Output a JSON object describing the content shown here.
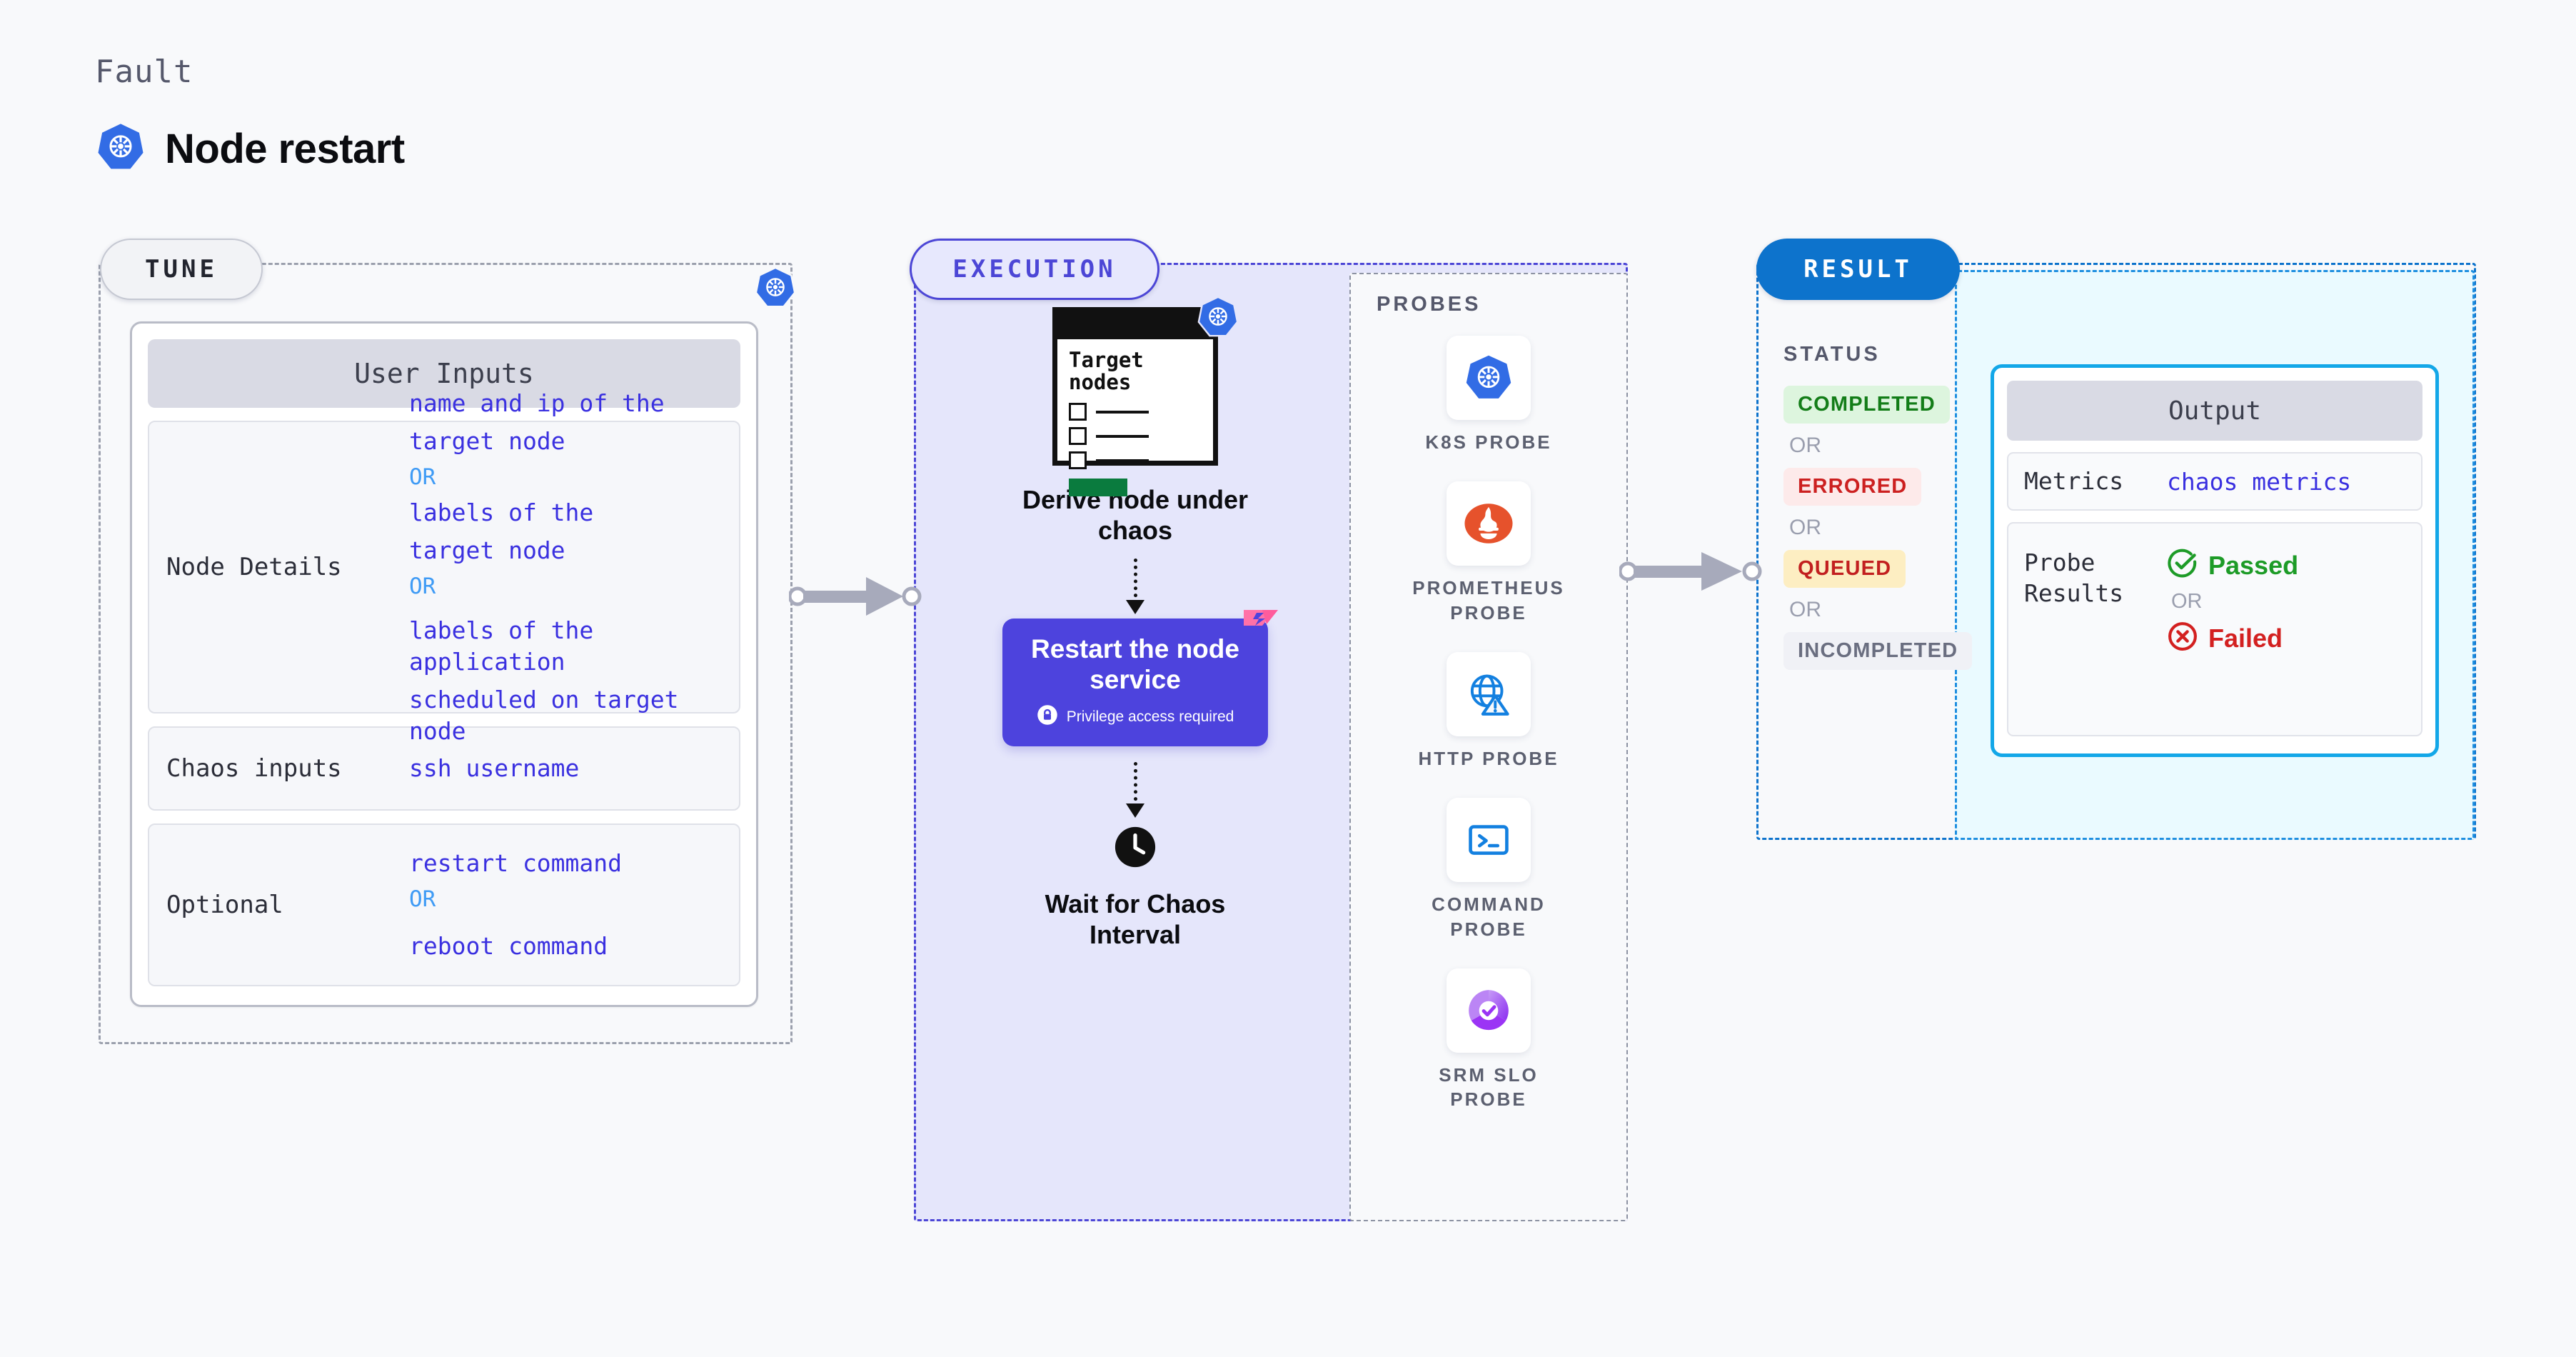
{
  "header": {
    "eyebrow": "Fault",
    "title": "Node restart",
    "icon": "kubernetes-icon"
  },
  "stages": {
    "tune": {
      "pill_label": "TUNE"
    },
    "execution": {
      "pill_label": "EXECUTION"
    },
    "result": {
      "pill_label": "RESULT"
    }
  },
  "tune": {
    "card_title": "User Inputs",
    "rows": [
      {
        "label": "Node Details",
        "values": [
          "name and ip of the",
          "target node"
        ],
        "or1": "OR",
        "values2": [
          "labels of the",
          "target node"
        ],
        "or2": "OR",
        "values3": [
          "labels of the application",
          " scheduled on target node"
        ]
      },
      {
        "label": "Chaos inputs",
        "value": "ssh username"
      },
      {
        "label": "Optional",
        "value1": "restart command",
        "or": "OR",
        "value2": "reboot command"
      }
    ]
  },
  "execution": {
    "target_card": {
      "heading_line1": "Target",
      "heading_line2": "nodes",
      "icon": "kubernetes-icon"
    },
    "derive_caption_line1": "Derive node under",
    "derive_caption_line2": "chaos",
    "restart_box": {
      "title_line1": "Restart the node",
      "title_line2": "service",
      "privilege_note": "Privilege access required",
      "lock_icon": "lock-icon",
      "corner_icon": "harness-flag-icon"
    },
    "wait_caption_line1": "Wait for Chaos",
    "wait_caption_line2": "Interval",
    "clock_icon": "clock-icon"
  },
  "probes": {
    "title": "PROBES",
    "items": [
      {
        "label": "K8S PROBE",
        "icon": "kubernetes-icon"
      },
      {
        "label": "PROMETHEUS PROBE",
        "icon": "prometheus-icon"
      },
      {
        "label": "HTTP PROBE",
        "icon": "globe-warning-icon"
      },
      {
        "label": "COMMAND PROBE",
        "icon": "terminal-icon"
      },
      {
        "label": "SRM SLO PROBE",
        "icon": "srm-slo-icon"
      }
    ]
  },
  "result": {
    "status_title": "STATUS",
    "statuses": [
      {
        "label": "COMPLETED",
        "kind": "completed"
      },
      {
        "label": "ERRORED",
        "kind": "errored"
      },
      {
        "label": "QUEUED",
        "kind": "queued"
      },
      {
        "label": "INCOMPLETED",
        "kind": "incompleted"
      }
    ],
    "or_label": "OR",
    "output": {
      "card_title": "Output",
      "metrics_label": "Metrics",
      "metrics_value": "chaos metrics",
      "probe_results_label_line1": "Probe",
      "probe_results_label_line2": "Results",
      "passed_label": "Passed",
      "failed_label": "Failed",
      "or_label": "OR",
      "passed_icon": "check-circle-icon",
      "failed_icon": "x-circle-icon"
    }
  },
  "colors": {
    "kubernetes_blue": "#326ce5",
    "execution_purple": "#4d43dd",
    "result_blue": "#0d73cc",
    "output_cyan": "#13a7e8",
    "pass_green": "#1d9b27",
    "fail_red": "#d32020",
    "link_indigo": "#3a30e0",
    "or_blue": "#3f9bf5"
  }
}
